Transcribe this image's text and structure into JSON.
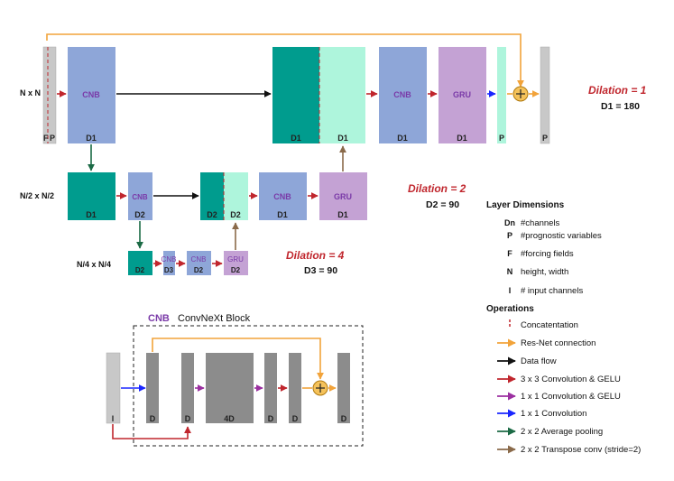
{
  "colors": {
    "cnb_block": "#8ea6d8",
    "pool_block": "#009c8e",
    "concat_block": "#aef5dc",
    "gru_block": "#c4a2d4",
    "input_grey": "#c8c8c8",
    "dark_grey": "#8c8c8c",
    "arrow_red": "#c0262d",
    "arrow_black": "#111111",
    "arrow_orange": "#f2a33a",
    "arrow_blue": "#1a26ff",
    "arrow_purple": "#9b2fa0",
    "arrow_green": "#1b6a45",
    "arrow_brown": "#8a6a4a",
    "dilation_red": "#c0262d"
  },
  "level1": {
    "resolution": "N x N",
    "input_f": "F",
    "input_p": "P",
    "cnb_label": "CNB",
    "cnb_dim": "D1",
    "concat_left_dim": "D1",
    "concat_right_dim": "D1",
    "cnb2_label": "CNB",
    "cnb2_dim": "D1",
    "gru_label": "GRU",
    "gru_dim": "D1",
    "proj_dim": "P",
    "out_dim": "P",
    "dilation": "Dilation = 1",
    "d_value": "D1 = 180"
  },
  "level2": {
    "resolution": "N/2 x N/2",
    "pool_dim": "D1",
    "cnb_label": "CNB",
    "cnb_dim": "D2",
    "concat_left_dim": "D2",
    "concat_right_dim": "D2",
    "cnb2_label": "CNB",
    "cnb2_dim": "D1",
    "gru_label": "GRU",
    "gru_dim": "D1",
    "dilation": "Dilation = 2",
    "d_value": "D2 = 90"
  },
  "level3": {
    "resolution": "N/4 x N/4",
    "pool_dim": "D2",
    "cnb_label": "CNB",
    "cnb_dim": "D3",
    "cnb2_label": "CNB",
    "cnb2_dim": "D2",
    "gru_label": "GRU",
    "gru_dim": "D2",
    "dilation": "Dilation = 4",
    "d_value": "D3 = 90"
  },
  "convnext": {
    "abbr": "CNB",
    "title": "ConvNeXt Block",
    "input_dim": "I",
    "dims": [
      "D",
      "D",
      "4D",
      "D",
      "D",
      "D"
    ]
  },
  "legend": {
    "dimensions_title": "Layer Dimensions",
    "dimensions": [
      {
        "symbol": "Dn",
        "text": "#channels"
      },
      {
        "symbol": "P",
        "text": "#prognostic variables"
      },
      {
        "symbol": "F",
        "text": "#forcing fields"
      },
      {
        "symbol": "N",
        "text": "height, width"
      },
      {
        "symbol": "I",
        "text": "# input channels"
      }
    ],
    "operations_title": "Operations",
    "operations": [
      {
        "text": "Concatentation",
        "icon": "dashed-line-icon"
      },
      {
        "text": "Res-Net connection",
        "icon": "orange-arrow-icon"
      },
      {
        "text": "Data flow",
        "icon": "black-arrow-icon"
      },
      {
        "text": "3 x 3 Convolution & GELU",
        "icon": "red-arrow-icon"
      },
      {
        "text": "1 x 1 Convolution & GELU",
        "icon": "purple-arrow-icon"
      },
      {
        "text": "1 x 1 Convolution",
        "icon": "blue-arrow-icon"
      },
      {
        "text": "2 x 2 Average pooling",
        "icon": "green-arrow-icon"
      },
      {
        "text": "2 x 2 Transpose conv (stride=2)",
        "icon": "brown-arrow-icon"
      }
    ]
  }
}
